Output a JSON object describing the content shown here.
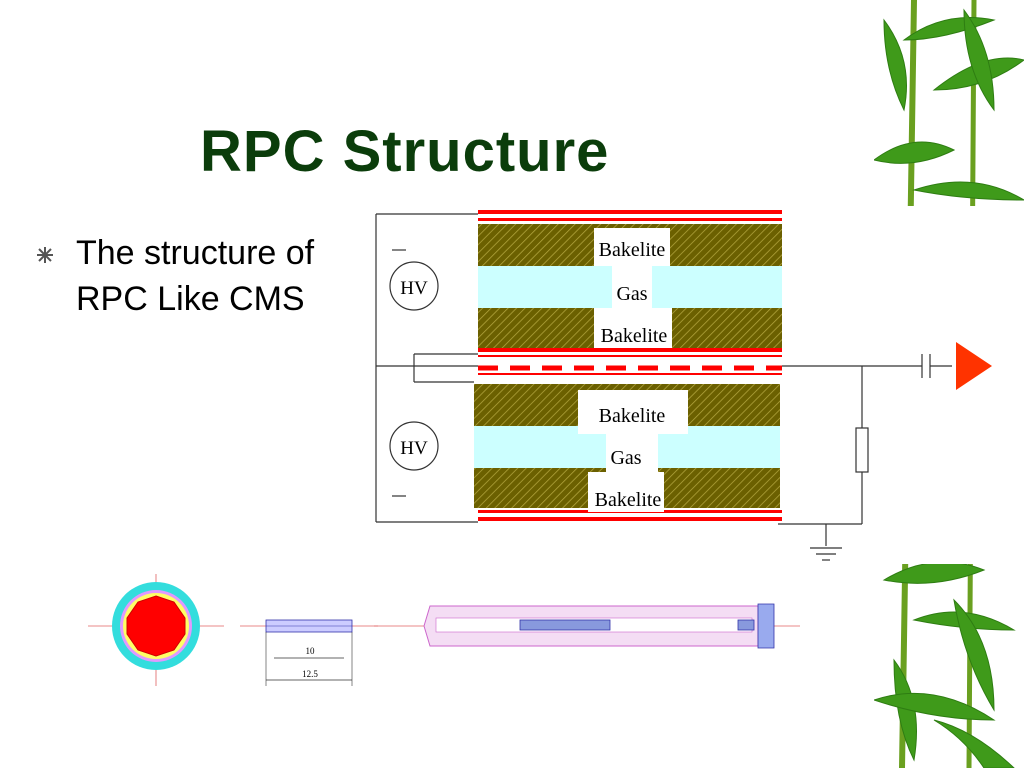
{
  "slide": {
    "title": "RPC Structure",
    "bullet_text": "The structure of RPC Like CMS"
  },
  "rpc_diagram": {
    "upper_gap": {
      "top_plate": "Bakelite",
      "gas": "Gas",
      "bottom_plate": "Bakelite"
    },
    "lower_gap": {
      "top_plate": "Bakelite",
      "gas": "Gas",
      "bottom_plate": "Bakelite"
    },
    "hv_upper": "HV",
    "hv_lower": "HV",
    "colors": {
      "bakelite": "#6b6000",
      "gas": "#ccffff",
      "electrode": "#ff0000",
      "output": "#ff3300"
    }
  },
  "lower_drawings": {
    "dimension_inner": "10",
    "dimension_outer": "12.5"
  }
}
